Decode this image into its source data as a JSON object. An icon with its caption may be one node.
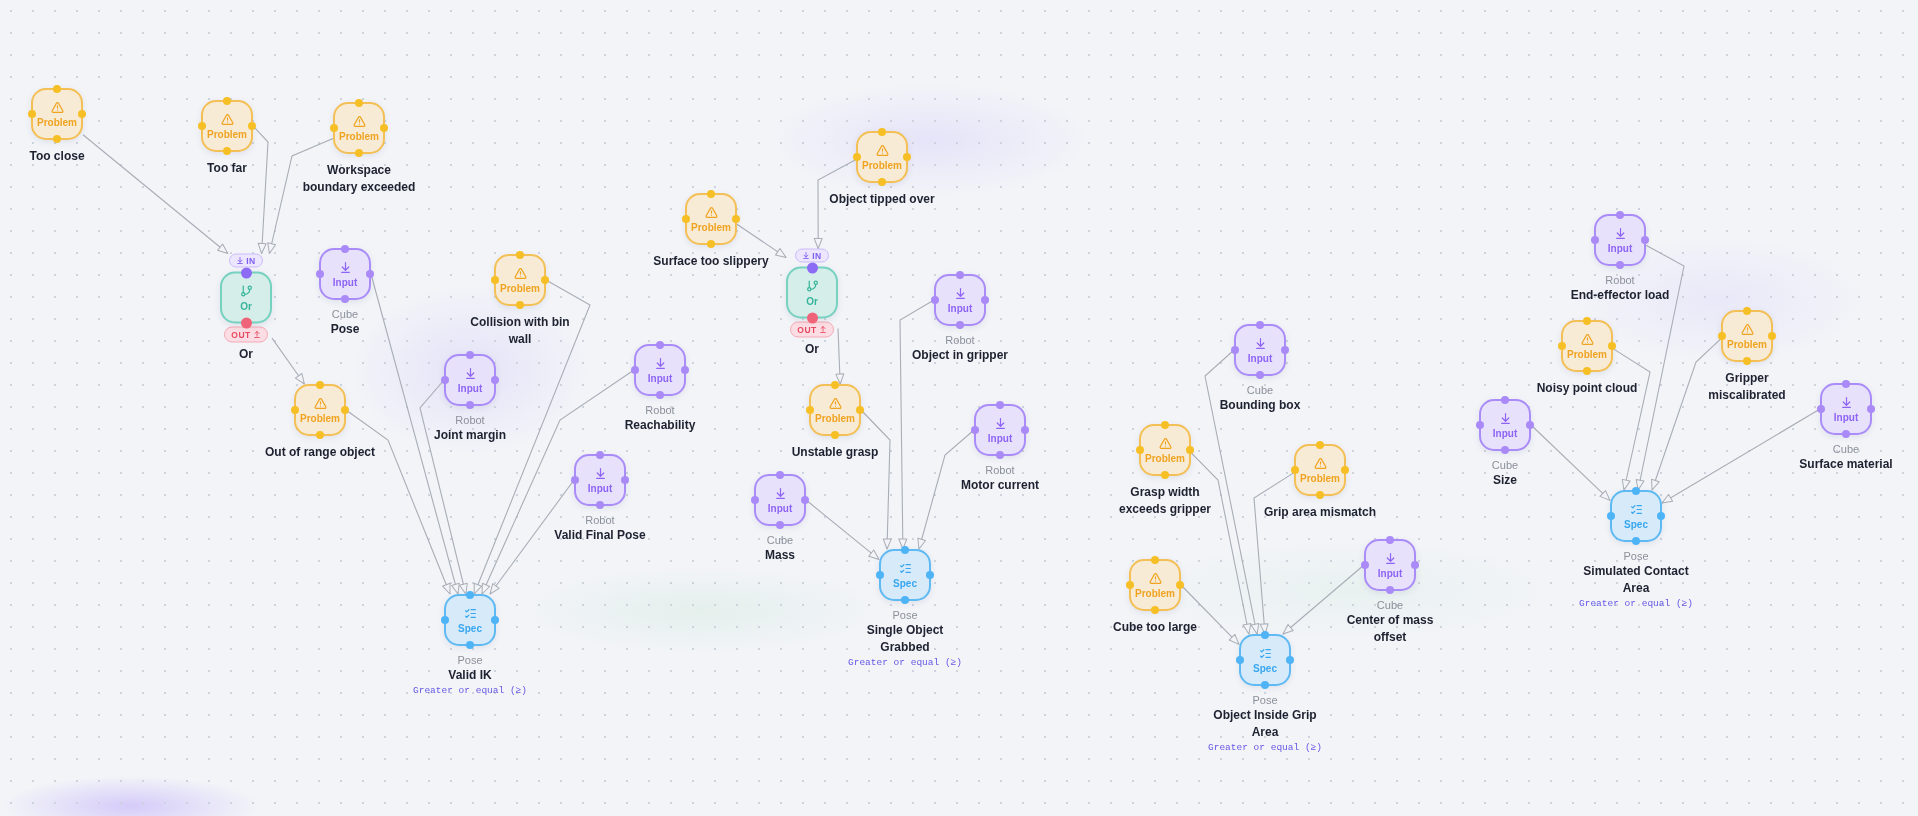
{
  "diagram": {
    "nodes": [
      {
        "text": [
          "Problem",
          "Too close"
        ]
      },
      {
        "text": [
          "Problem",
          "Too far"
        ]
      },
      {
        "text": [
          "Problem",
          "Workspace boundary exceeded"
        ]
      },
      {
        "text": [
          "IN",
          "Or",
          "OUT",
          "Or"
        ]
      },
      {
        "text": [
          "Input",
          "Cube",
          "Pose"
        ]
      },
      {
        "text": [
          "Problem",
          "Collision with bin wall"
        ]
      },
      {
        "text": [
          "Input",
          "Robot",
          "Joint margin"
        ]
      },
      {
        "text": [
          "Problem",
          "Out of range object"
        ]
      },
      {
        "text": [
          "Input",
          "Robot",
          "Reachability"
        ]
      },
      {
        "text": [
          "Input",
          "Robot",
          "Valid Final Pose"
        ]
      },
      {
        "text": [
          "Spec",
          "Pose",
          "Valid IK",
          "Greater or equal (≥)"
        ]
      },
      {
        "text": [
          "Problem",
          "Object tipped over"
        ]
      },
      {
        "text": [
          "Problem",
          "Surface too slippery"
        ]
      },
      {
        "text": [
          "IN",
          "Or",
          "OUT",
          "Or"
        ]
      },
      {
        "text": [
          "Input",
          "Robot",
          "Object in gripper"
        ]
      },
      {
        "text": [
          "Problem",
          "Unstable grasp"
        ]
      },
      {
        "text": [
          "Input",
          "Robot",
          "Motor current"
        ]
      },
      {
        "text": [
          "Input",
          "Cube",
          "Mass"
        ]
      },
      {
        "text": [
          "Spec",
          "Pose",
          "Single Object Grabbed",
          "Greater or equal (≥)"
        ]
      },
      {
        "text": [
          "Input",
          "Cube",
          "Bounding box"
        ]
      },
      {
        "text": [
          "Problem",
          "Grasp width exceeds gripper"
        ]
      },
      {
        "text": [
          "Problem",
          "Grip area mismatch"
        ]
      },
      {
        "text": [
          "Problem",
          "Cube too large"
        ]
      },
      {
        "text": [
          "Input",
          "Cube",
          "Center of mass offset"
        ]
      },
      {
        "text": [
          "Spec",
          "Pose",
          "Object Inside Grip Area",
          "Greater or equal (≥)"
        ]
      },
      {
        "text": [
          "Input",
          "Robot",
          "End-effector load"
        ]
      },
      {
        "text": [
          "Problem",
          "Noisy point cloud"
        ]
      },
      {
        "text": [
          "Problem",
          "Gripper miscalibrated"
        ]
      },
      {
        "text": [
          "Input",
          "Cube",
          "Size"
        ]
      },
      {
        "text": [
          "Input",
          "Cube",
          "Surface material"
        ]
      },
      {
        "text": [
          "Spec",
          "Pose",
          "Simulated Contact Area",
          "Greater or equal (≥)"
        ]
      }
    ],
    "edges": [
      {
        "from": 0,
        "to": 3,
        "arrow": "to"
      },
      {
        "from": 1,
        "to": 3,
        "arrow": "to"
      },
      {
        "from": 2,
        "to": 3,
        "arrow": "to"
      },
      {
        "from": 3,
        "to": 7,
        "arrow": "to"
      },
      {
        "from": 7,
        "to": 10,
        "arrow": "to"
      },
      {
        "from": 4,
        "to": 10,
        "arrow": "to"
      },
      {
        "from": 6,
        "to": 10,
        "arrow": "to"
      },
      {
        "from": 5,
        "to": 10,
        "arrow": "to"
      },
      {
        "from": 9,
        "to": 10,
        "arrow": "to"
      },
      {
        "from": 8,
        "to": 10,
        "arrow": "to"
      },
      {
        "from": 12,
        "to": 13,
        "arrow": "to"
      },
      {
        "from": 11,
        "to": 13,
        "arrow": "to"
      },
      {
        "from": 13,
        "to": 15,
        "arrow": "to"
      },
      {
        "from": 15,
        "to": 18,
        "arrow": "to"
      },
      {
        "from": 14,
        "to": 18,
        "arrow": "to"
      },
      {
        "from": 16,
        "to": 18,
        "arrow": "to"
      },
      {
        "from": 17,
        "to": 18,
        "arrow": "to"
      },
      {
        "from": 19,
        "to": 24,
        "arrow": "to"
      },
      {
        "from": 20,
        "to": 24,
        "arrow": "to"
      },
      {
        "from": 21,
        "to": 24,
        "arrow": "to"
      },
      {
        "from": 22,
        "to": 24,
        "arrow": "to"
      },
      {
        "from": 23,
        "to": 24,
        "arrow": "to"
      },
      {
        "from": 25,
        "to": 30,
        "arrow": "to"
      },
      {
        "from": 26,
        "to": 30,
        "arrow": "to"
      },
      {
        "from": 27,
        "to": 30,
        "arrow": "to"
      },
      {
        "from": 28,
        "to": 30,
        "arrow": "to"
      },
      {
        "from": 29,
        "to": 30,
        "arrow": "to"
      }
    ]
  }
}
